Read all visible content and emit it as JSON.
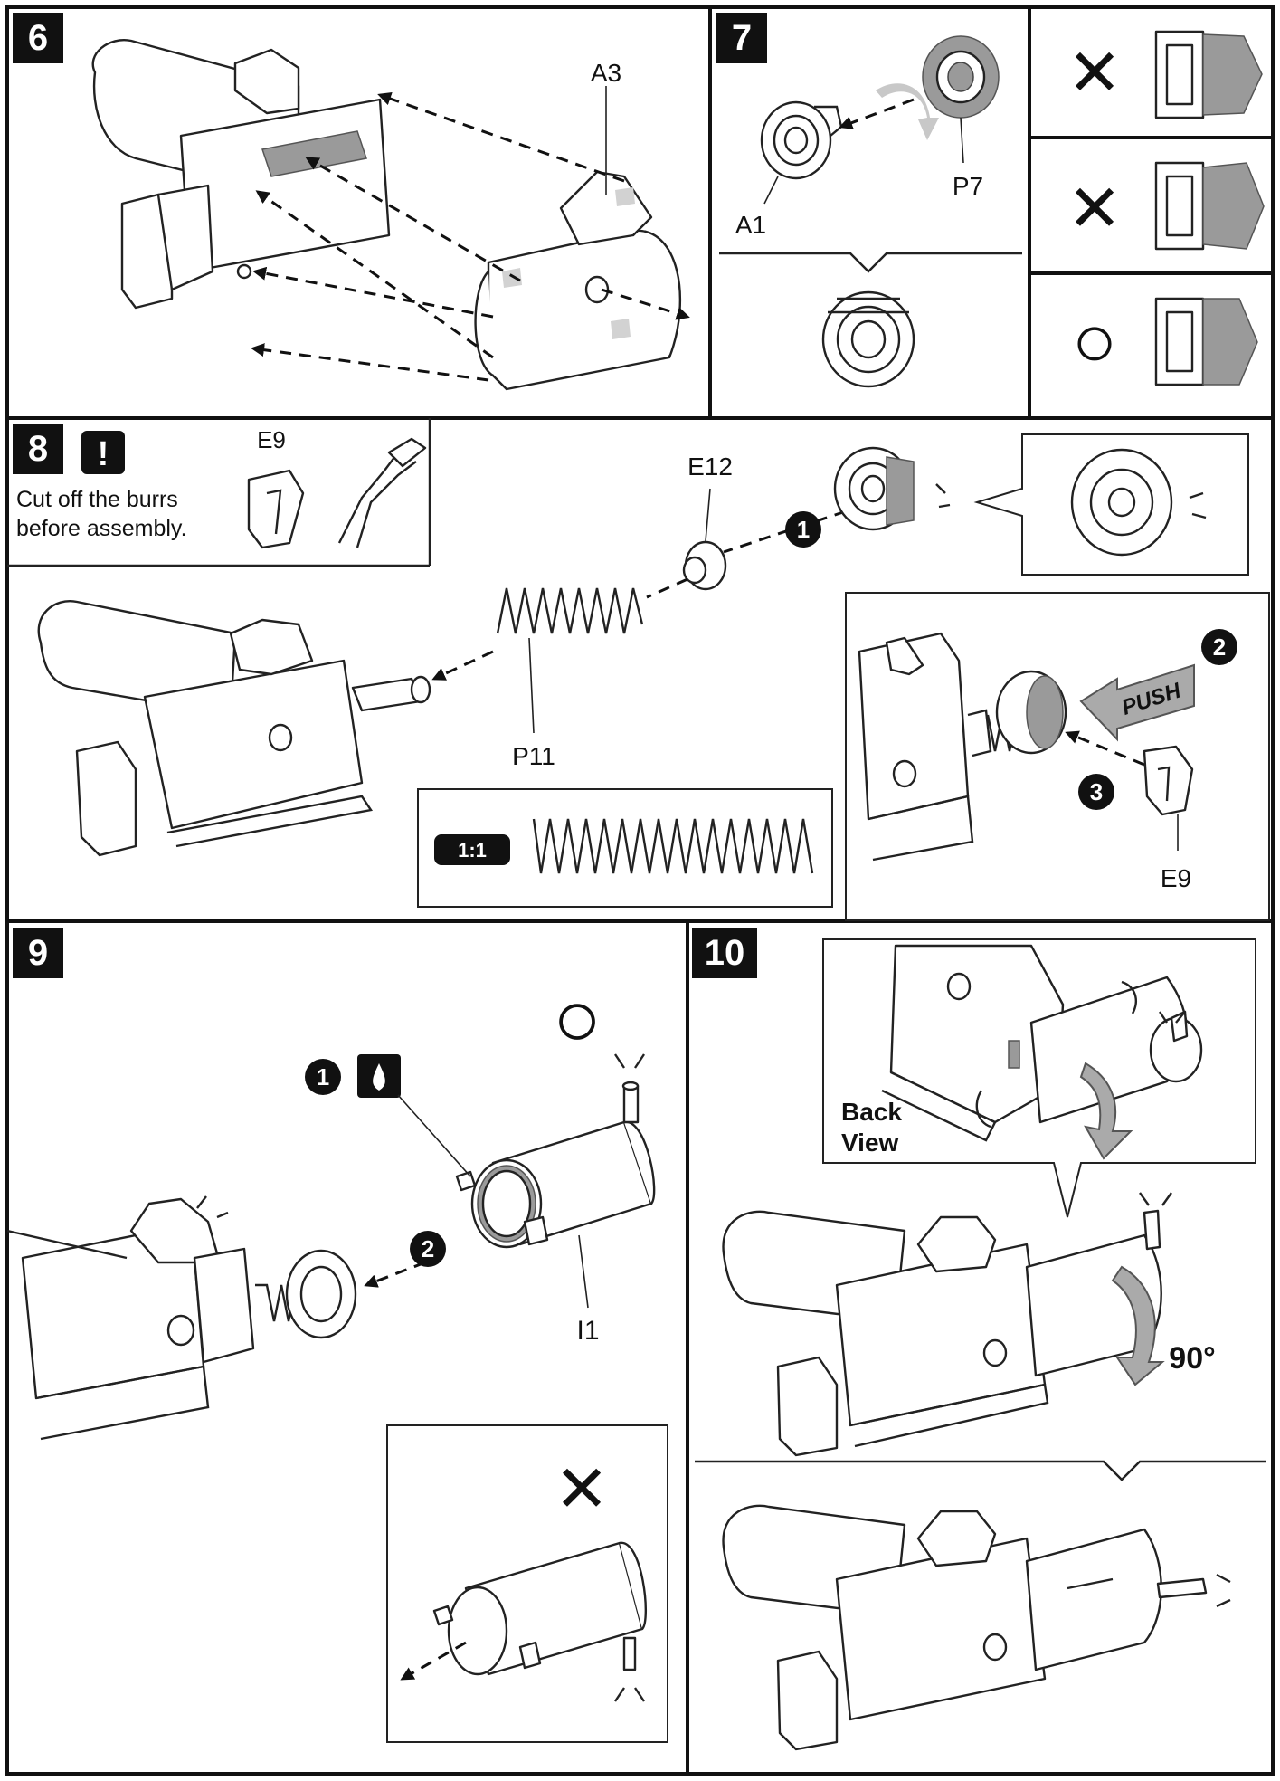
{
  "steps": {
    "s6": {
      "number": "6",
      "label_a3": "A3"
    },
    "s7": {
      "number": "7",
      "label_a1": "A1",
      "label_p7": "P7",
      "wrong_mark_1": "✕",
      "wrong_mark_2": "✕",
      "right_mark": "○"
    },
    "s8": {
      "number": "8",
      "warning_icon": "!",
      "note_line1": "Cut off the burrs",
      "note_line2": "before assembly.",
      "label_e9_top": "E9",
      "label_e12": "E12",
      "label_p11": "P11",
      "label_e9_bottom": "E9",
      "scale": "1:1",
      "push": "PUSH",
      "order_1": "1",
      "order_2": "2",
      "order_3": "3"
    },
    "s9": {
      "number": "9",
      "order_1": "1",
      "order_2": "2",
      "label_i1": "I1",
      "right_mark": "○",
      "wrong_mark": "✕"
    },
    "s10": {
      "number": "10",
      "back_view_line1": "Back",
      "back_view_line2": "View",
      "angle": "90°"
    }
  },
  "icons": [
    "cross-mark-icon",
    "circle-ok-icon",
    "warning-icon",
    "grease-drop-icon",
    "nippers-icon",
    "arrow-icon",
    "rotate-arrow-icon"
  ],
  "colors": {
    "ink": "#111111",
    "part_grey": "#9a9a9a",
    "background": "#ffffff"
  }
}
